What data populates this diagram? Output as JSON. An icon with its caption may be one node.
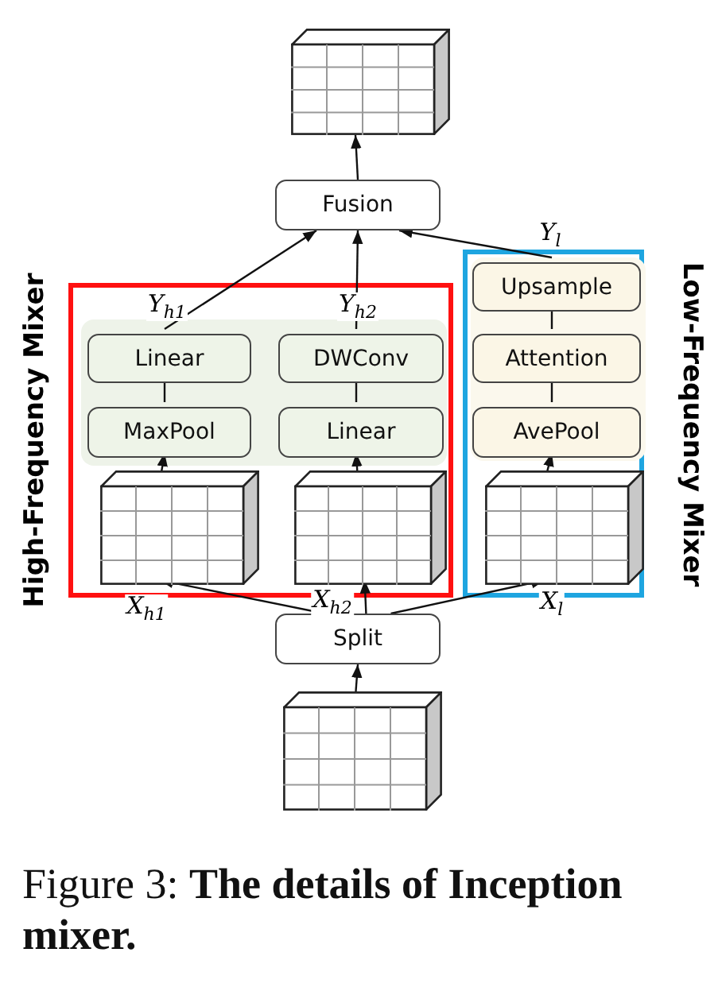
{
  "diagram": {
    "caption": "Figure 3: **The details of Inception mixer.**",
    "nodes": [
      {
        "text": [],
        "shape": "box"
      },
      {
        "text": [
          "Fusion"
        ]
      },
      {
        "text": [
          "High-Frequency Mixer"
        ]
      },
      {
        "text": [
          "Linear"
        ],
        "in": 2
      },
      {
        "text": [
          "DWConv"
        ],
        "in": 2
      },
      {
        "text": [
          "MaxPool"
        ],
        "in": 2
      },
      {
        "text": [
          "Linear"
        ],
        "in": 2
      },
      {
        "text": [],
        "shape": "box",
        "in": 2
      },
      {
        "text": [],
        "shape": "box",
        "in": 2
      },
      {
        "text": [
          "Low-Frequency Mixer"
        ]
      },
      {
        "text": [
          "Upsample"
        ],
        "in": 9
      },
      {
        "text": [
          "Attention"
        ],
        "in": 9
      },
      {
        "text": [
          "AvePool"
        ],
        "in": 9
      },
      {
        "text": [],
        "shape": "box",
        "in": 9
      },
      {
        "text": [
          "Split"
        ]
      },
      {
        "text": [],
        "shape": "box"
      }
    ],
    "edges": [
      {
        "from": 15,
        "to": 14,
        "arrow": "to"
      },
      {
        "from": 14,
        "to": 7,
        "arrow": "to",
        "label": "X$_{h1}$"
      },
      {
        "from": 14,
        "to": 8,
        "arrow": "to",
        "label": "X$_{h2}$"
      },
      {
        "from": 14,
        "to": 13,
        "arrow": "to",
        "label": "X$_{l}$"
      },
      {
        "from": 7,
        "to": 5,
        "arrow": "to"
      },
      {
        "from": 8,
        "to": 6,
        "arrow": "to"
      },
      {
        "from": 13,
        "to": 12,
        "arrow": "to"
      },
      {
        "from": 5,
        "to": 3,
        "arrow": "none"
      },
      {
        "from": 6,
        "to": 4,
        "arrow": "none"
      },
      {
        "from": 12,
        "to": 11,
        "arrow": "none"
      },
      {
        "from": 11,
        "to": 10,
        "arrow": "none"
      },
      {
        "from": 3,
        "to": 1,
        "arrow": "to",
        "label": "Y$_{h1}$"
      },
      {
        "from": 4,
        "to": 1,
        "arrow": "to",
        "label": "Y$_{h2}$"
      },
      {
        "from": 10,
        "to": 1,
        "arrow": "to",
        "label": "Y$_{l}$"
      },
      {
        "from": 1,
        "to": 0,
        "arrow": "to"
      }
    ]
  }
}
